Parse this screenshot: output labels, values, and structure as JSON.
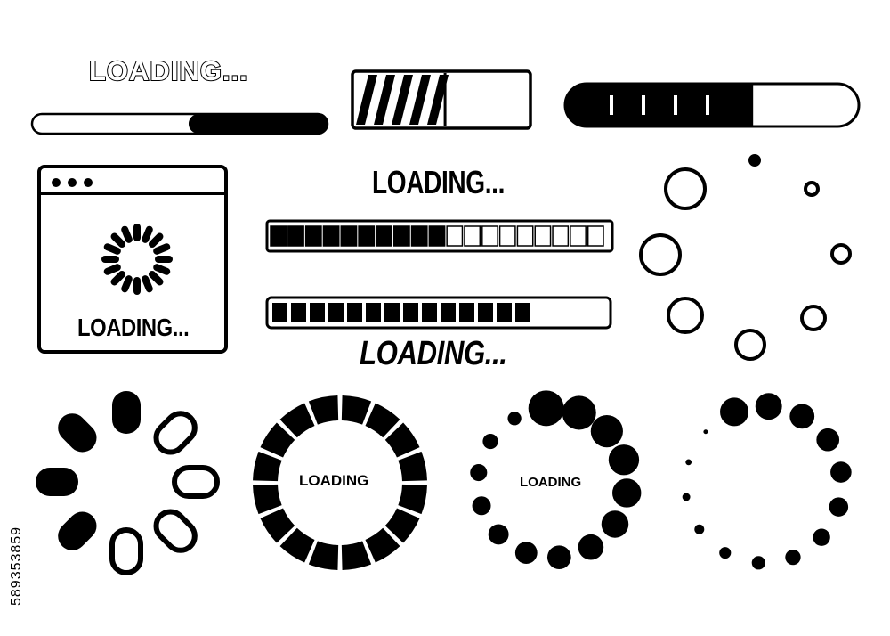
{
  "labels": {
    "loading_outline": "LOADING...",
    "loading_mid": "LOADING...",
    "loading_browser": "LOADING...",
    "loading_italic": "LOADING...",
    "loading_ring": "LOADING",
    "loading_dots": "LOADING"
  },
  "progress": {
    "slim_bar": 0.53,
    "hatched_bar": 0.48,
    "pill_bar": 0.64,
    "segment_bar_1": {
      "filled": 10,
      "total": 19
    },
    "segment_bar_2": {
      "filled": 14,
      "total": 14
    }
  },
  "watermark": "589353859",
  "colors": {
    "ink": "#000000",
    "paper": "#ffffff"
  },
  "icons": [
    "spinner-icon",
    "browser-window-icon",
    "circle-spinner-icon",
    "capsule-spinner-icon",
    "segmented-ring-icon",
    "dot-spinner-icon"
  ]
}
